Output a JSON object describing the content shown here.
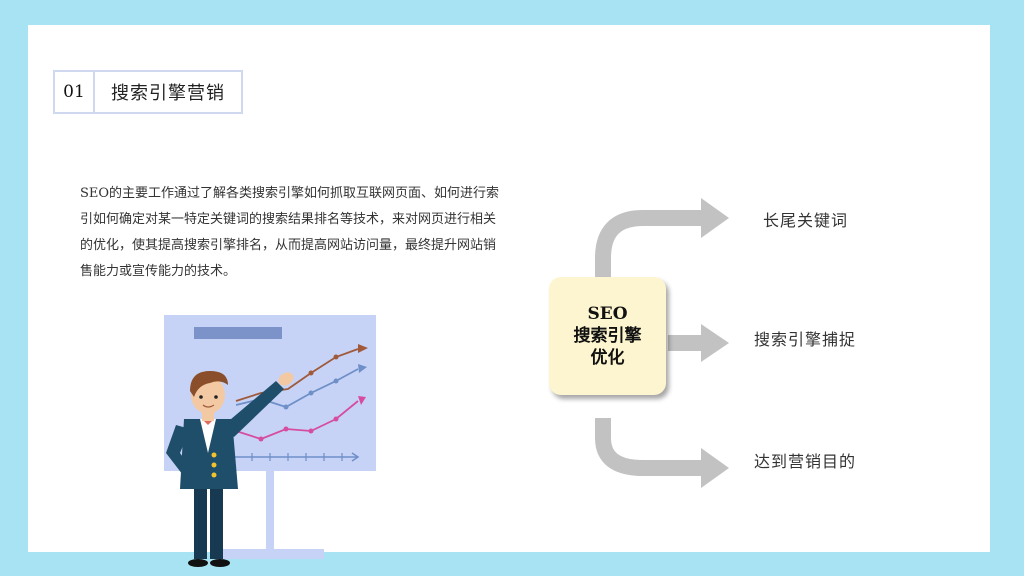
{
  "section": {
    "number": "01",
    "title": "搜索引擎营销"
  },
  "description": "SEO的主要工作通过了解各类搜索引擎如何抓取互联网页面、如何进行索引如何确定对某一特定关键词的搜索结果排名等技术，来对网页进行相关的优化，使其提高搜索引擎排名，从而提高网站访问量，最终提升网站销售能力或宣传能力的技术。",
  "center_box": {
    "line1": "SEO",
    "line2": "搜索引擎",
    "line3": "优化"
  },
  "branches": [
    "长尾关键词",
    "搜索引擎捕捉",
    "达到营销目的"
  ],
  "colors": {
    "background": "#a8e3f3",
    "board": "#c6d3f7",
    "arrow": "#c2c2c2",
    "center_box": "#fdf5cf",
    "suit": "#1f4e6b",
    "line_brown": "#a0593a",
    "line_blue": "#6f8fc8",
    "line_pink": "#d64da0"
  }
}
